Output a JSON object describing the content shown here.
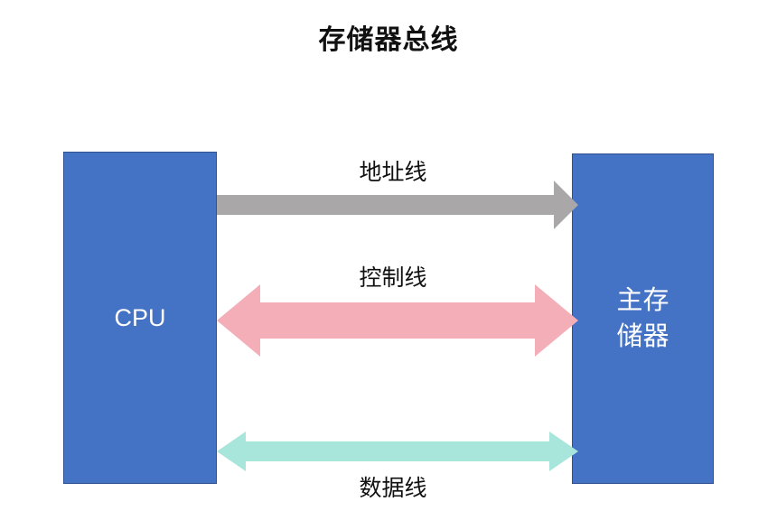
{
  "title": "存储器总线",
  "blocks": {
    "cpu": {
      "label": "CPU",
      "name": "cpu-block",
      "color": "#4472C4",
      "border_color": "#2F528F",
      "text_color": "#FFFFFF"
    },
    "memory": {
      "label": "主存\n储器",
      "name": "memory-block",
      "color": "#4472C4",
      "border_color": "#2F528F",
      "text_color": "#FFFFFF"
    }
  },
  "arrows": [
    {
      "id": "address-bus",
      "label": "地址线",
      "color": "#A9A7A7",
      "direction": "right",
      "from": "cpu",
      "to": "memory"
    },
    {
      "id": "control-bus",
      "label": "控制线",
      "color": "#F4AEB8",
      "direction": "both",
      "from": "cpu",
      "to": "memory"
    },
    {
      "id": "data-bus",
      "label": "数据线",
      "color": "#A8E6DC",
      "direction": "both",
      "from": "cpu",
      "to": "memory"
    }
  ],
  "colors": {
    "background": "#FFFFFF",
    "block_blue": "#4472C4",
    "arrow_gray": "#A9A7A7",
    "arrow_pink": "#F4AEB8",
    "arrow_teal": "#A8E6DC",
    "title_text": "#111111"
  }
}
